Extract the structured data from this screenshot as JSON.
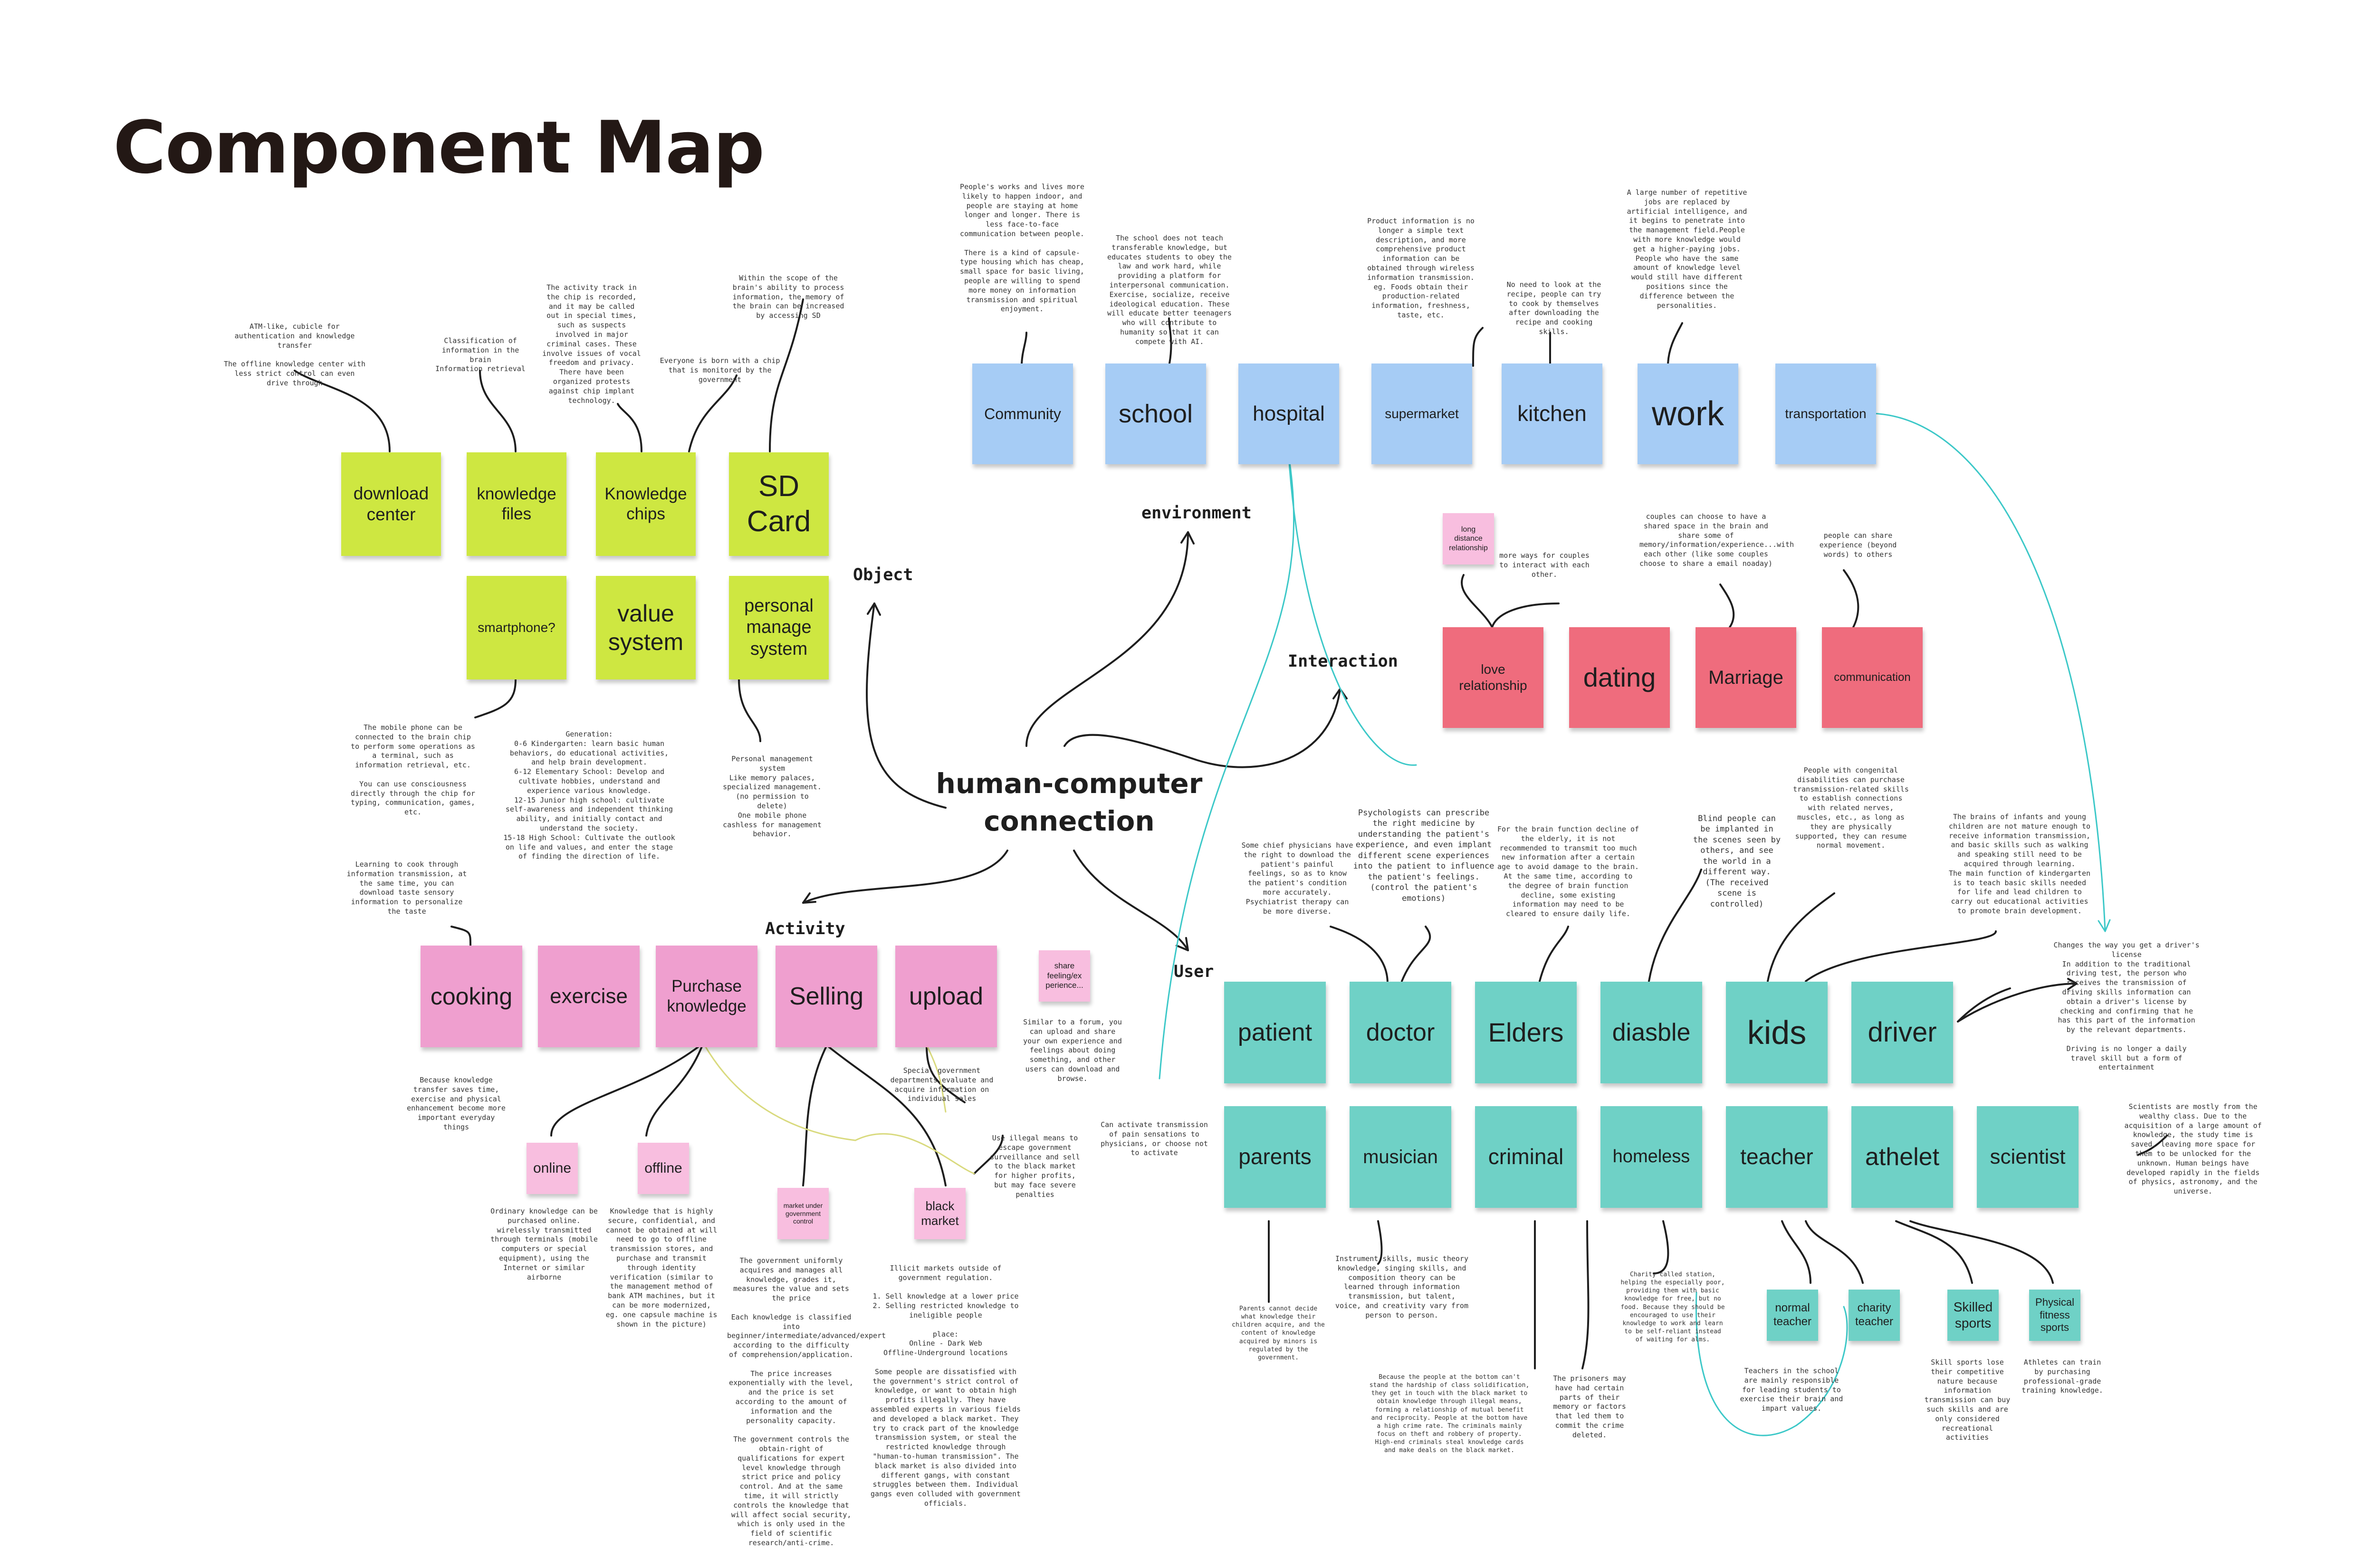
{
  "title": "Component Map",
  "center": "human-computer\nconnection",
  "categories": {
    "object": "Object",
    "environment": "environment",
    "interaction": "Interaction",
    "activity": "Activity",
    "user": "User"
  },
  "stickies": {
    "download_center": "download center",
    "knowledge_files": "knowledge files",
    "knowledge_chips": "Knowledge chips",
    "sd_card": "SD Card",
    "smartphone": "smartphone?",
    "value_system": "value system",
    "personal_manage": "personal manage system",
    "community": "Community",
    "school": "school",
    "hospital": "hospital",
    "supermarket": "supermarket",
    "kitchen": "kitchen",
    "work": "work",
    "transportation": "transportation",
    "long_distance": "long distance relationship",
    "love_relationship": "love relationship",
    "dating": "dating",
    "marriage": "Marriage",
    "communication": "communication",
    "cooking": "cooking",
    "exercise": "exercise",
    "purchase_knowledge": "Purchase knowledge",
    "selling": "Selling",
    "upload": "upload",
    "share_feeling": "share feeling/ex perience...",
    "online": "online",
    "offline": "offline",
    "market_gov": "market under government control",
    "black_market": "black market",
    "patient": "patient",
    "doctor": "doctor",
    "elders": "Elders",
    "diasble": "diasble",
    "kids": "kids",
    "driver": "driver",
    "parents": "parents",
    "musician": "musician",
    "criminal": "criminal",
    "homeless": "homeless",
    "teacher": "teacher",
    "athelet": "athelet",
    "scientist": "scientist",
    "normal_teacher": "normal teacher",
    "charity_teacher": "charity teacher",
    "skilled_sports": "Skilled sports",
    "physical_fitness": "Physical fitness sports"
  },
  "notes": {
    "download_center": "ATM-like, cubicle for authentication and knowledge transfer\n\nThe offline knowledge center with less strict control can even drive through",
    "knowledge_files": "Classification of information in the brain\nInformation retrieval",
    "knowledge_chips": "The activity track in the chip is recorded, and it may be called out in special times, such as suspects involved in major criminal cases. These involve issues of vocal freedom and privacy. There have been organized protests against chip implant technology.",
    "sd_card_gov": "Everyone is born with a chip that is monitored by the government",
    "sd_card": "Within the scope of the brain's ability to process information, the memory of the brain can be increased by accessing SD",
    "smartphone": "The mobile phone can be connected to the brain chip to perform some operations as a terminal, such as information retrieval, etc.\n\nYou can use consciousness directly through the chip for typing, communication, games, etc.",
    "value_system": "Generation:\n0-6 Kindergarten: learn basic human behaviors, do educational activities, and help brain development.\n6-12 Elementary School: Develop and cultivate hobbies, understand and experience various knowledge.\n12-15 Junior high school: cultivate self-awareness and independent thinking ability, and initially contact and understand the society.\n15-18 High School: Cultivate the outlook on life and values, and enter the stage of finding the direction of life.",
    "personal_manage": "Personal management system\nLike memory palaces, specialized management. (no permission to delete)\nOne mobile phone cashless for management behavior.",
    "community": "People's works and lives more likely to happen indoor, and people are staying at home longer and longer. There is less face-to-face communication between people.\n\nThere is a kind of capsule-type housing which has cheap, small space for basic living, people are willing to spend more money on information transmission and spiritual enjoyment.",
    "school": "The school does not teach transferable knowledge, but educates students to obey the law and work hard, while providing a platform for interpersonal communication. Exercise, socialize, receive ideological education. These will educate better teenagers who will contribute to humanity so that it can compete with AI.",
    "supermarket": "Product information is no longer a simple text description, and more comprehensive product information can be obtained through wireless information transmission. eg. Foods obtain their production-related information, freshness, taste, etc.",
    "kitchen": "No need to look at the recipe, people can try to cook by themselves after downloading the recipe and cooking skills.",
    "work": "A large number of repetitive jobs are replaced by artificial intelligence, and it begins to penetrate into the management field.People with more knowledge would get a higher-paying jobs. People who have the same amount of knowledge level would still have different positions since the difference between the personalities.",
    "long_distance": "more ways for couples to interact with each other.",
    "marriage": "couples can choose to have a shared space in the brain and share some of memory/information/experience...with each other (like some couples choose to share a email noaday)",
    "communication": "people can share experience (beyond words) to others",
    "cooking": "Learning to cook through information transmission, at the same time, you can download taste sensory information to personalize the taste",
    "exercise": "Because knowledge transfer saves time, exercise and physical enhancement become more important everyday things",
    "upload": "Special government departments evaluate and acquire information on individual sales",
    "share": "Similar to a forum, you can upload and share your own experience and feelings about doing something, and other users can download and browse.",
    "black_escape": "Use illegal means to escape government surveillance and sell to the black market for higher profits, but may face severe penalties",
    "online": "Ordinary knowledge can be purchased online. wirelessly transmitted through terminals (mobile computers or special equipment), using the Internet or similar airborne",
    "offline": "Knowledge that is highly secure, confidential, and cannot be obtained at will need to go to offline transmission stores, and purchase and transmit through identity verification (similar to the management method of bank ATM machines, but it can be more modernized, eg. one capsule machine is shown in the picture)",
    "market_gov": "The government uniformly acquires and manages all knowledge, grades it, measures the value and sets the price\n\nEach knowledge is classified into beginner/intermediate/advanced/expert according to the difficulty of comprehension/application.\n\nThe price increases exponentially with the level, and the price is set according to the amount of information and the personality capacity.\n\nThe government controls the obtain-right of qualifications for expert level knowledge through strict price and policy control. And at the same time, it will strictly controls the knowledge that will affect social security, which is only used in the field of scientific research/anti-crime.",
    "black_market": "Illicit markets outside of government regulation.\n\n1. Sell knowledge at a lower price\n2. Selling restricted knowledge to ineligible people\n\nplace:\nOnline - Dark Web\nOffline-Underground locations\n\nSome people are dissatisfied with the government's strict control of knowledge, or want to obtain high profits illegally. They have assembled experts in various fields and developed a black market. They try to crack part of the knowledge transmission system, or steal the restricted knowledge through \"human-to-human transmission\". The black market is also divided into different gangs, with constant struggles between them. Individual gangs even colluded with government officials.",
    "patient_hospital": "Can activate transmission of pain sensations to physicians, or choose not to activate",
    "patient": "Some chief physicians have the right to download the patient's painful feelings, so as to know the patient's condition more accurately. Psychiatrist therapy can be more diverse.",
    "doctor": "Psychologists can prescribe the right medicine by understanding the patient's experience, and even implant different scene experiences into the patient to influence the patient's feelings. (control the patient's emotions)",
    "elders": "For the brain function decline of the elderly, it is not recommended to transmit too much new information after a certain age to avoid damage to the brain. At the same time, according to the degree of brain function decline, some existing information may need to be cleared to ensure daily life.",
    "blind": "Blind people can be implanted in the scenes seen by others, and see the world in a different way. (The received scene is controlled)",
    "diasble": "People with congenital disabilities can purchase transmission-related skills to establish connections with related nerves, muscles, etc., as long as they are physically supported, they can resume normal movement.",
    "kids": "The brains of infants and young children are not mature enough to receive information transmission, and basic skills such as walking and speaking still need to be acquired through learning.\nThe main function of kindergarten is to teach basic skills needed for life and lead children to carry out educational activities to promote brain development.",
    "driver": "Changes the way you get a driver's license\nIn addition to the traditional driving test, the person who receives the transmission of driving skills information can obtain a driver's license by checking and confirming that he has this part of the information by the relevant departments.\n\nDriving is no longer a daily travel skill but a form of entertainment",
    "scientist": "Scientists are mostly from the wealthy class. Due to the acquisition of a large amount of knowledge, the study time is saved, leaving more space for them to be unlocked for the unknown. Human beings have developed rapidly in the fields of physics, astronomy, and the universe.",
    "parents": "Parents cannot decide what knowledge their children acquire, and the content of knowledge acquired by minors is regulated by the government.",
    "musician": "Instrument skills, music theory knowledge, singing skills, and composition theory can be learned through information transmission, but talent, voice, and creativity vary from person to person.",
    "criminal": "Because the people at the bottom can't stand the hardship of class solidification, they get in touch with the black market to obtain knowledge through illegal means, forming a relationship of mutual benefit and reciprocity. People at the bottom have a high crime rate. The criminals mainly focus on theft and robbery of property. High-end criminals steal knowledge cards and make deals on the black market.",
    "prisoners": "The prisoners may have had certain parts of their memory or factors that led them to commit the crime deleted.",
    "homeless": "Charity called station, helping the especially poor, providing them with basic knowledge for free, but no food. Because they should be encouraged to use their knowledge to work and learn to be self-reliant instead of waiting for alms.",
    "teacher": "Teachers in the school are mainly responsible for leading students to exercise their brain and impart values.",
    "skilled_sports": "Skill sports lose their competitive nature because information transmission can buy such skills and are only considered recreational activities",
    "physical_sports": "Athletes can train by purchasing professional-grade training knowledge."
  }
}
